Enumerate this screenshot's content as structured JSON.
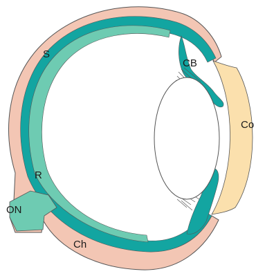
{
  "labels": {
    "sclera": "S",
    "ciliary_body": "CB",
    "cornea": "Co",
    "retina": "R",
    "optic_nerve": "ON",
    "choroid": "Ch"
  },
  "colors": {
    "sclera": "#f3c6b4",
    "choroid": "#13a5a1",
    "retina": "#6ecbb2",
    "cornea": "#fbe0ad",
    "lens": "#ffffff",
    "outline": "#555555"
  }
}
